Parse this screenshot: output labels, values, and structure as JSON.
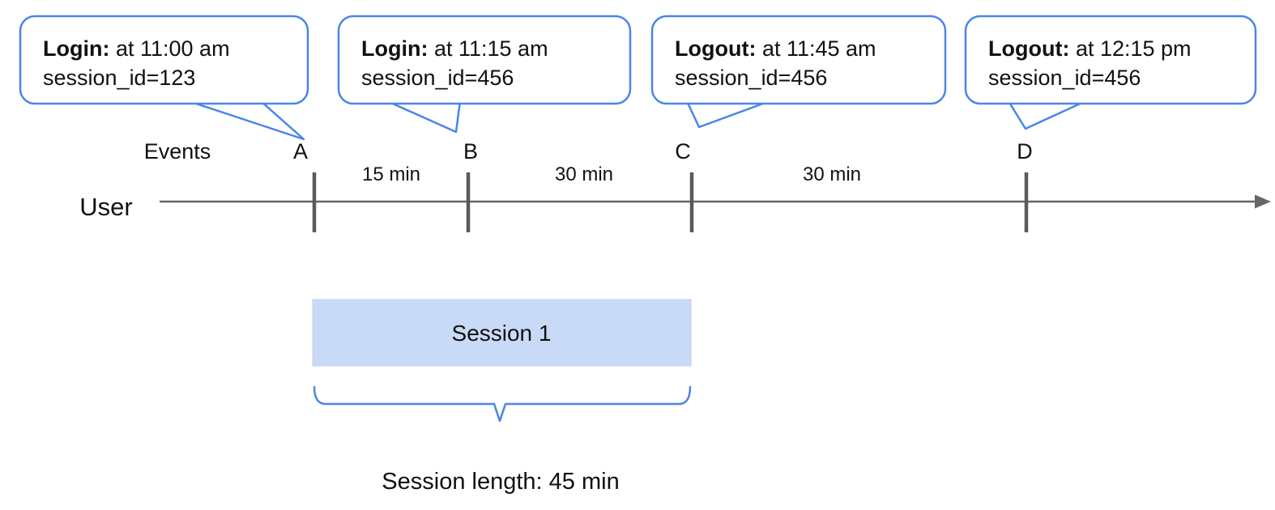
{
  "callouts": [
    {
      "title": "Login:",
      "detail": " at 11:00 am",
      "session_id": "session_id=123"
    },
    {
      "title": "Login:",
      "detail": " at 11:15 am",
      "session_id": "session_id=456"
    },
    {
      "title": "Logout:",
      "detail": " at 11:45 am",
      "session_id": "session_id=456"
    },
    {
      "title": "Logout:",
      "detail": " at 12:15 pm",
      "session_id": "session_id=456"
    }
  ],
  "timeline": {
    "axis_label": "Events",
    "lane_label": "User",
    "events": [
      "A",
      "B",
      "C",
      "D"
    ],
    "intervals": [
      "15 min",
      "30 min",
      "30 min"
    ]
  },
  "session": {
    "box_label": "Session 1",
    "length_label": "Session length: 45 min"
  },
  "colors": {
    "accent_blue": "#4a86e8",
    "session_fill": "#c9daf8",
    "line_gray": "#666666",
    "tick_gray": "#5a5a5a",
    "text_black": "#111111"
  }
}
